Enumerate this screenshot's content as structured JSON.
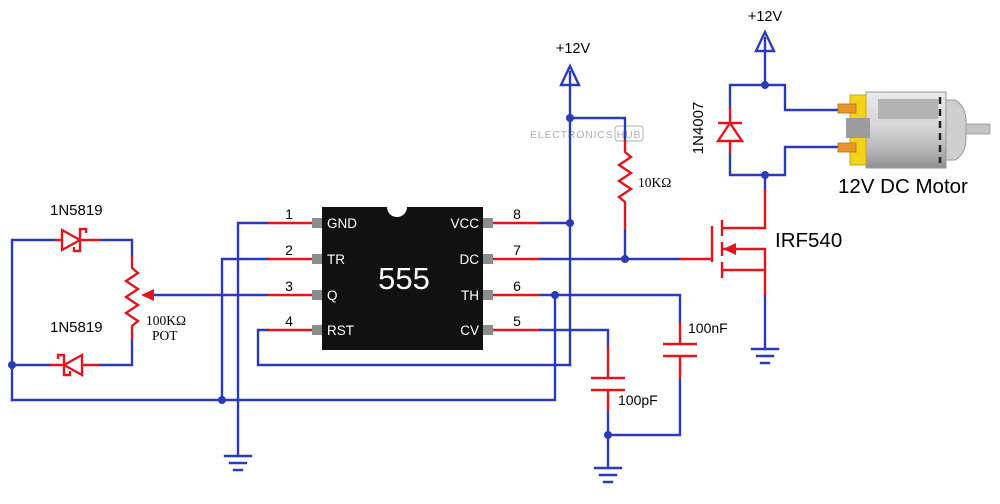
{
  "power": {
    "ic_supply_label": "+12V",
    "motor_supply_label": "+12V"
  },
  "watermark": {
    "brand": "ELECTRONICS",
    "badge": "HUB"
  },
  "ic": {
    "name": "555",
    "left_pins": [
      {
        "number": "1",
        "label": "GND"
      },
      {
        "number": "2",
        "label": "TR"
      },
      {
        "number": "3",
        "label": "Q"
      },
      {
        "number": "4",
        "label": "RST"
      }
    ],
    "right_pins": [
      {
        "number": "8",
        "label": "VCC"
      },
      {
        "number": "7",
        "label": "DC"
      },
      {
        "number": "6",
        "label": "TH"
      },
      {
        "number": "5",
        "label": "CV"
      }
    ]
  },
  "components": {
    "diode_upper": "1N5819",
    "diode_lower": "1N5819",
    "potentiometer": {
      "value": "100KΩ",
      "type": "POT"
    },
    "pullup_resistor": "10KΩ",
    "threshold_capacitor": "100nF",
    "control_capacitor": "100pF",
    "flyback_diode": "1N4007",
    "mosfet": "IRF540",
    "motor": "12V DC Motor"
  },
  "colors": {
    "wire": "#2b3bb5",
    "component": "#e0161e",
    "chip_body": "#111111",
    "chip_pin": "#8c8c8c",
    "motor_end_cap": "#f2d21b",
    "motor_terminal": "#e8962a"
  }
}
